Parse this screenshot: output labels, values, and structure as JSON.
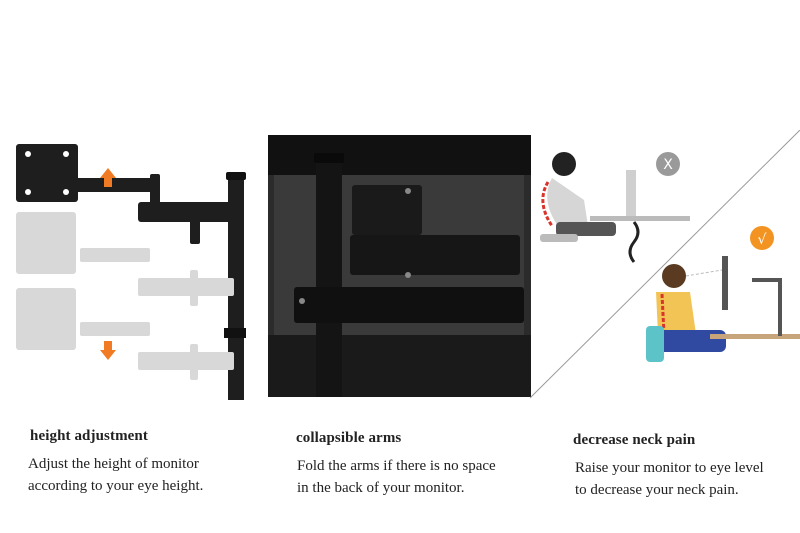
{
  "features": [
    {
      "title": "height adjustment",
      "lines": [
        "Adjust the height of monitor",
        "according to your eye height."
      ]
    },
    {
      "title": "collapsible arms",
      "lines": [
        "Fold the arms if there is no space",
        "in the back of your monitor."
      ]
    },
    {
      "title": "decrease neck pain",
      "lines": [
        "Raise your monitor to eye level",
        "to decrease your neck pain."
      ]
    }
  ],
  "icons": {
    "bad_posture": "x-circle-icon",
    "good_posture": "check-circle-icon",
    "height_arrows": "orange-arrow-icon"
  },
  "colors": {
    "arrow": "#f07b24",
    "good_badge": "#f39322",
    "bad_badge": "#9a9a9a",
    "spine": "#d9342b",
    "mount_black": "#1e1e1e",
    "ghost_grey": "#d8d8d8"
  }
}
